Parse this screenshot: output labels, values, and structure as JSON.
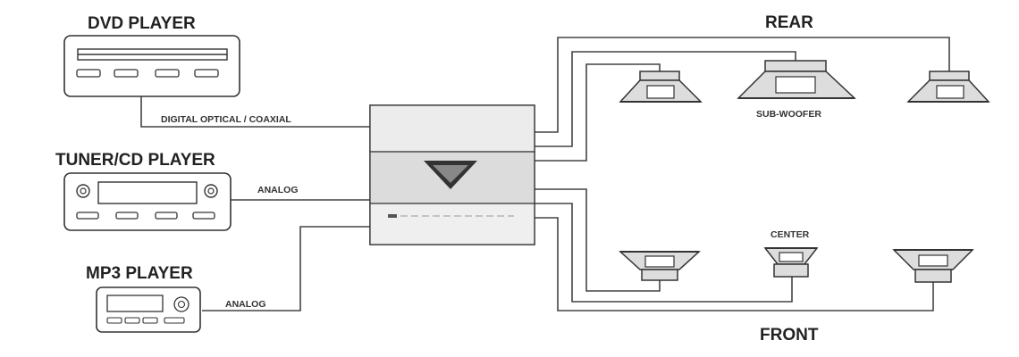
{
  "labels": {
    "dvd_player": "DVD PLAYER",
    "tuner_cd_player": "TUNER/CD PLAYER",
    "mp3_player": "MP3 PLAYER",
    "digital_link": "DIGITAL OPTICAL / COAXIAL",
    "analog_tuner": "ANALOG",
    "analog_mp3": "ANALOG",
    "rear": "REAR",
    "front": "FRONT",
    "subwoofer": "SUB-WOOFER",
    "center": "CENTER"
  },
  "colors": {
    "line": "#444444",
    "device_fill": "#ffffff",
    "receiver_fill": "#e6e6e6",
    "speaker_fill": "#dddddd",
    "emblem": "#333333"
  },
  "icons": {
    "receiver": "amplifier-icon",
    "speaker": "speaker-icon"
  }
}
